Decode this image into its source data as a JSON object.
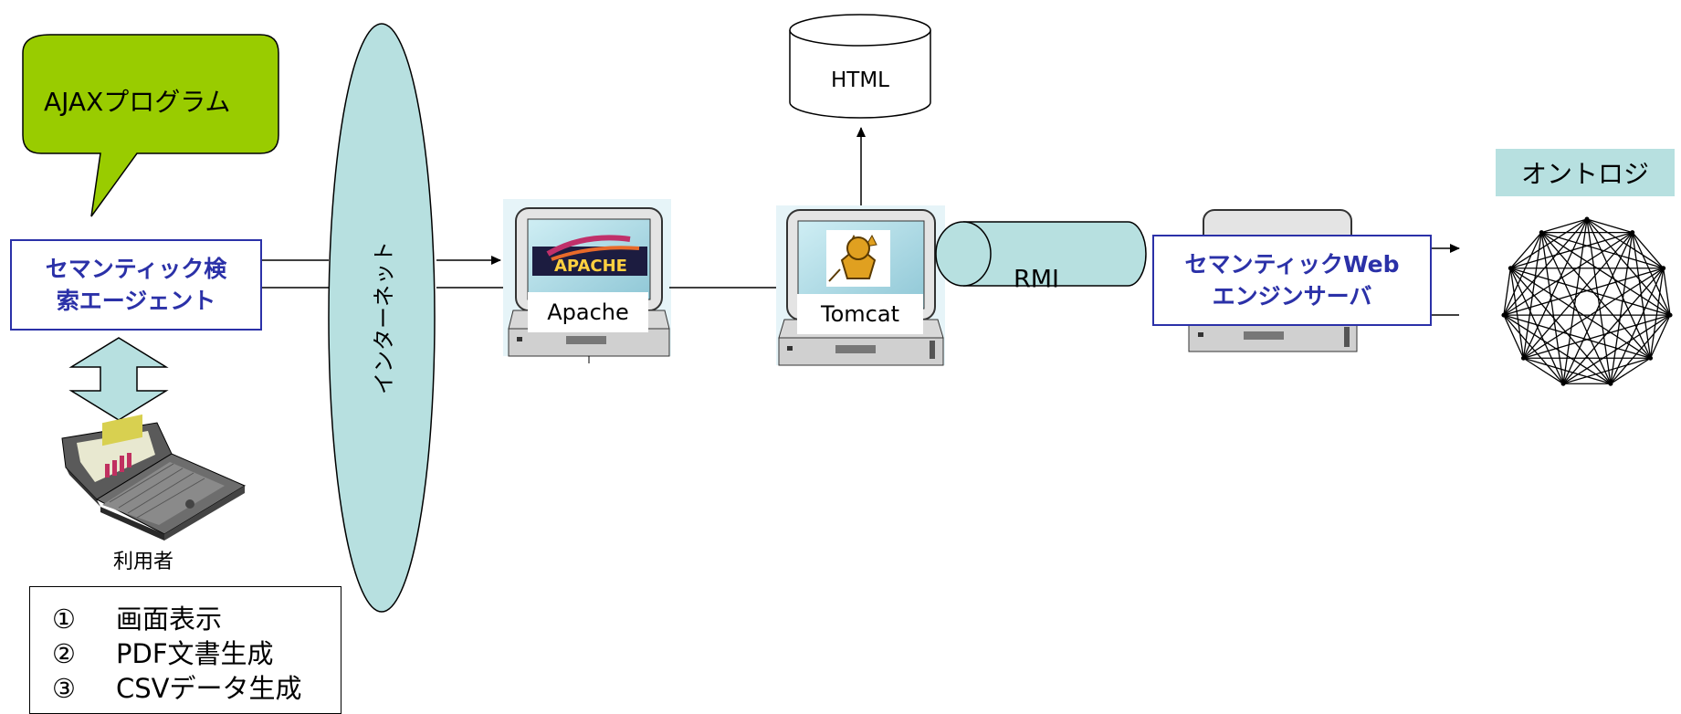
{
  "client": {
    "speech_bubble": "AJAXプログラム",
    "agent_line1": "セマンティック検",
    "agent_line2": "索エージェント",
    "user_label": "利用者"
  },
  "network": {
    "internet_label": "インターネット"
  },
  "servers": {
    "apache_label": "Apache",
    "tomcat_label": "Tomcat",
    "html_store_label": "HTML",
    "rmi_label": "RMI",
    "engine_line1": "セマンティックWeb",
    "engine_line2": "エンジンサーバ",
    "apache_logo_text": "APACHE"
  },
  "ontology": {
    "title": "オントロジ"
  },
  "features": {
    "items": [
      {
        "num": "①",
        "text": "画面表示"
      },
      {
        "num": "②",
        "text": "PDF文書生成"
      },
      {
        "num": "③",
        "text": "CSVデータ生成"
      }
    ]
  },
  "colors": {
    "bubble_fill": "#99cc00",
    "cyan_fill": "#b7e0e0",
    "label_blue": "#2b31a8",
    "ontology_header": "#b7e0e0"
  }
}
